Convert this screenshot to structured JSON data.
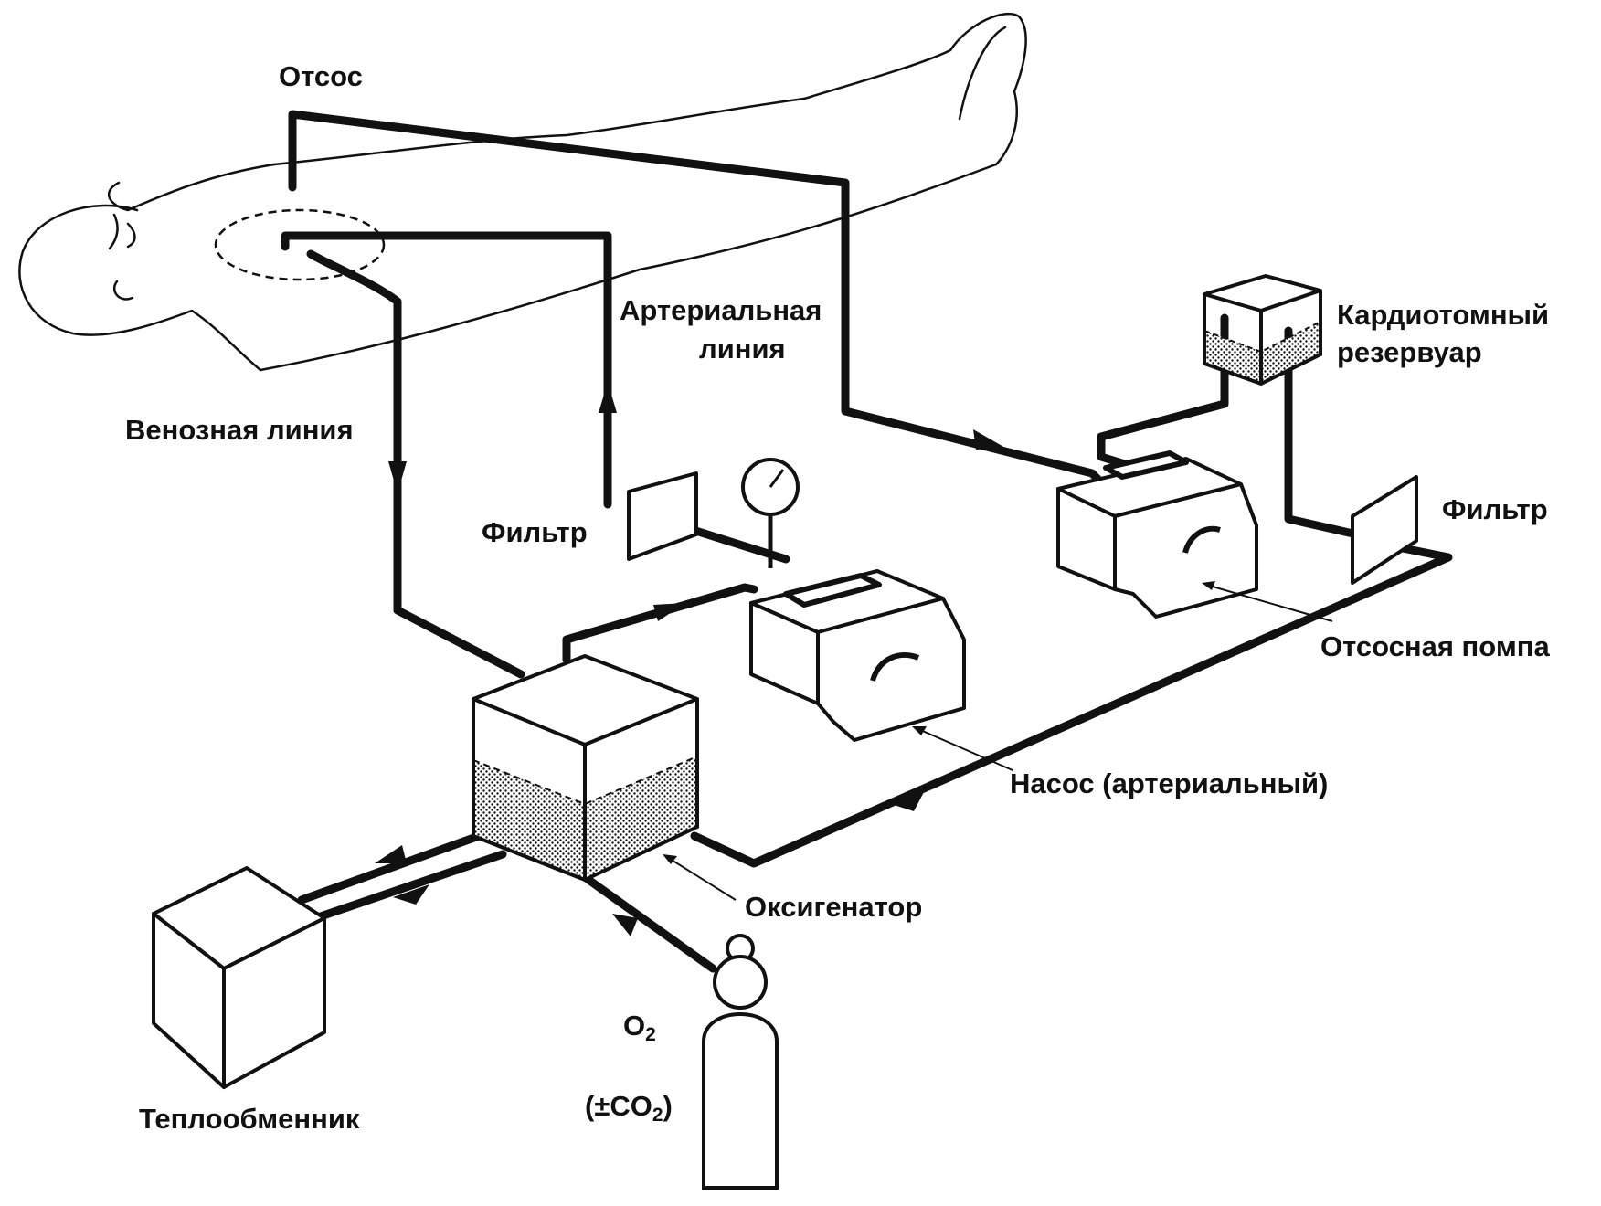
{
  "labels": {
    "suction": "Отсос",
    "arterial_line_1": "Артериальная",
    "arterial_line_2": "линия",
    "venous_line": "Венозная линия",
    "filter_left": "Фильтр",
    "cardiotomy_1": "Кардиотомный",
    "cardiotomy_2": "резервуар",
    "filter_right": "Фильтр",
    "suction_pump": "Отсосная помпа",
    "pump_arterial": "Насос (артериальный)",
    "oxygenator": "Оксигенатор",
    "o2_prefix": "O",
    "o2_sub": "2",
    "co2_prefix": "(±CO",
    "co2_sub": "2",
    "co2_suffix": ")",
    "heat_exchanger": "Теплообменник"
  },
  "colors": {
    "ink": "#111111",
    "paper": "#ffffff"
  }
}
